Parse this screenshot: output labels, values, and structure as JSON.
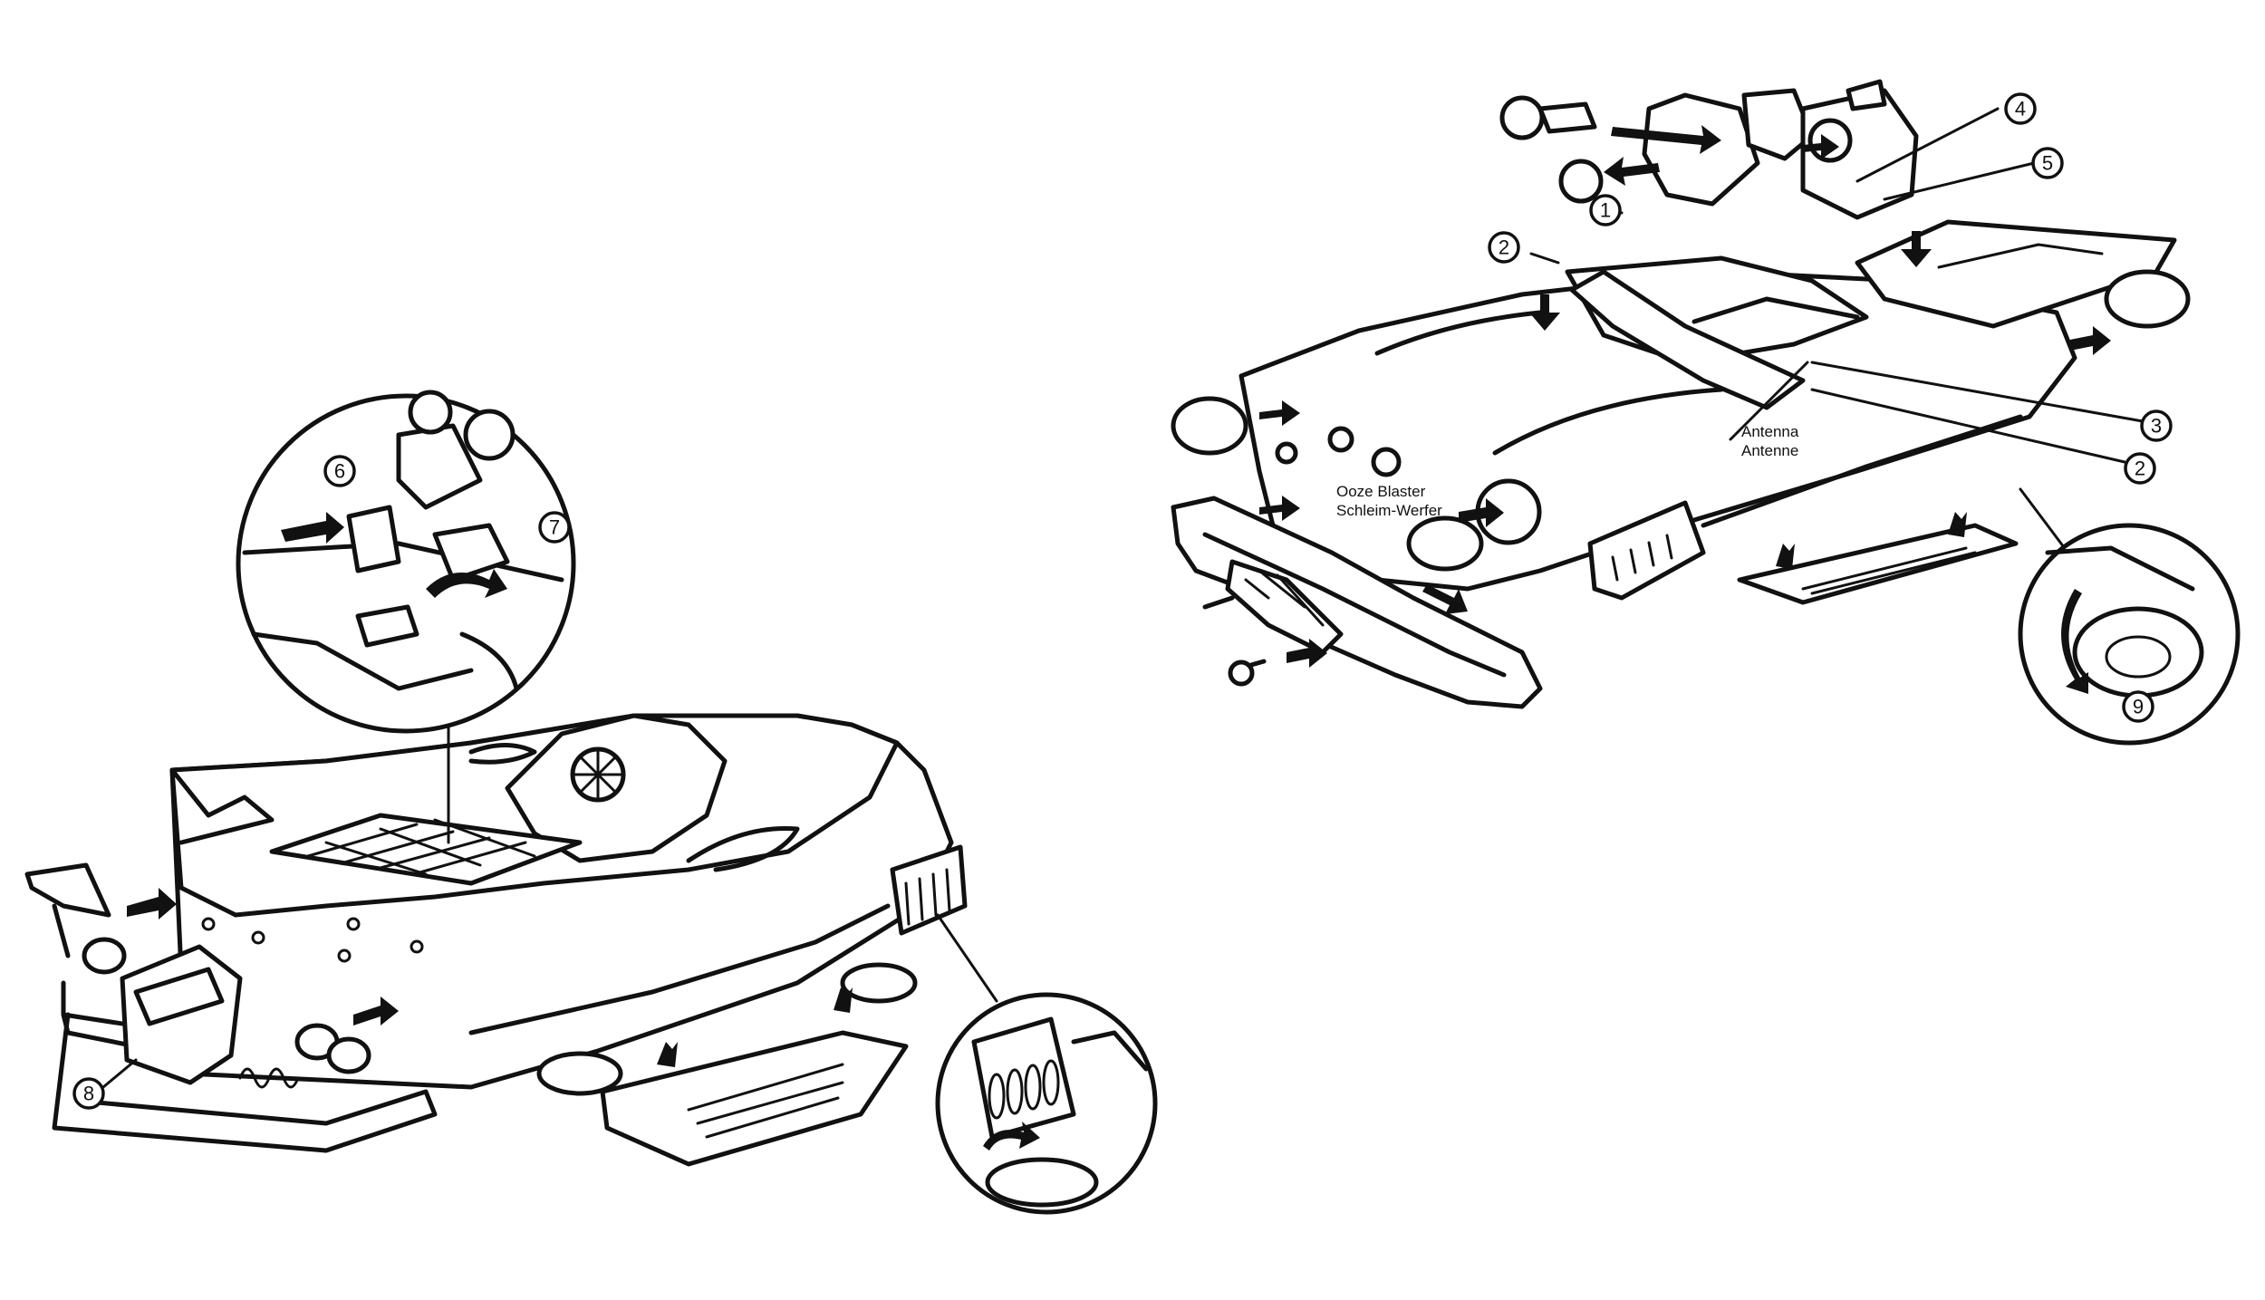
{
  "callouts": {
    "n1": "1",
    "n2a": "2",
    "n2b": "2",
    "n3": "3",
    "n4": "4",
    "n5": "5",
    "n6": "6",
    "n7": "7",
    "n8": "8",
    "n9": "9"
  },
  "labels": {
    "antenna_1": "Antenna",
    "antenna_2": "Antenne",
    "blaster_1": "Ooze Blaster",
    "blaster_2": "Schleim-Werfer"
  }
}
